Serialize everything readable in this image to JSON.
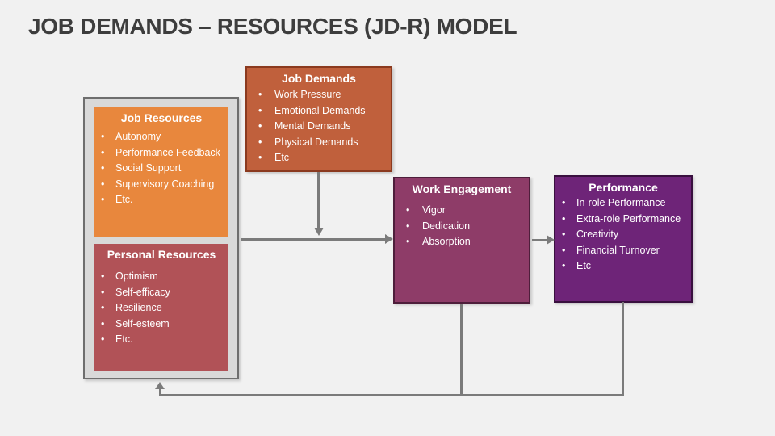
{
  "slide": {
    "title": "JOB DEMANDS – RESOURCES (JD-R) MODEL"
  },
  "colors": {
    "background": "#F1F1F1",
    "title_text": "#3D3D3D",
    "resources_group_fill": "#D9D9D9",
    "resources_group_border": "#6E6E6E",
    "job_resources_fill": "#E8873D",
    "personal_resources_fill": "#B15257",
    "job_demands_fill": "#C0603C",
    "job_demands_border": "#8B3A1F",
    "work_engagement_fill": "#8E3C68",
    "work_engagement_border": "#4E1E3B",
    "performance_fill": "#6E2478",
    "performance_border": "#39103F",
    "arrow": "#7B7B7B",
    "box_text": "#FFFFFF"
  },
  "boxes": {
    "job_resources": {
      "title": "Job Resources",
      "items": [
        "Autonomy",
        "Performance Feedback",
        "Social Support",
        "Supervisory Coaching",
        "Etc."
      ]
    },
    "personal_resources": {
      "title": "Personal Resources",
      "items": [
        "Optimism",
        "Self-efficacy",
        "Resilience",
        "Self-esteem",
        "Etc."
      ]
    },
    "job_demands": {
      "title": "Job Demands",
      "items": [
        "Work Pressure",
        "Emotional Demands",
        "Mental Demands",
        "Physical Demands",
        "Etc"
      ]
    },
    "work_engagement": {
      "title": "Work Engagement",
      "items": [
        "Vigor",
        "Dedication",
        "Absorption"
      ]
    },
    "performance": {
      "title": "Performance",
      "items": [
        "In-role Performance",
        "Extra-role Performance",
        "Creativity",
        "Financial Turnover",
        "Etc"
      ]
    }
  }
}
